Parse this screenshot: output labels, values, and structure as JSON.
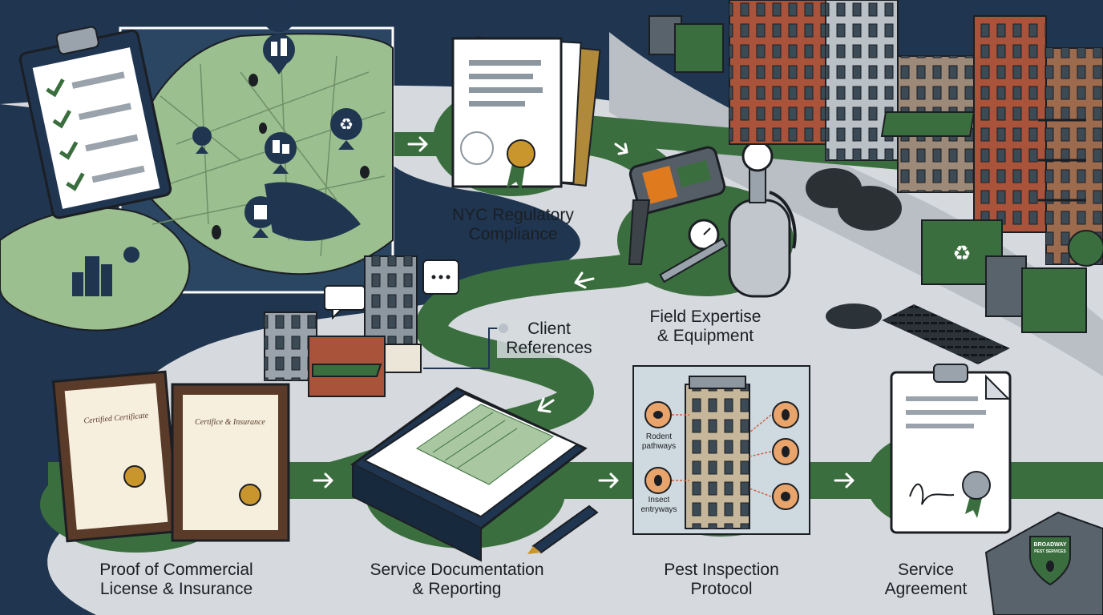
{
  "steps": {
    "regulatory": {
      "line1": "NYC Regulatory",
      "line2": "Compliance"
    },
    "field": {
      "line1": "Field Expertise",
      "line2": "& Equipment"
    },
    "references": {
      "line1": "Client",
      "line2": "References"
    },
    "license": {
      "line1": "Proof of Commercial",
      "line2": "License & Insurance"
    },
    "documentation": {
      "line1": "Service Documentation",
      "line2": "& Reporting"
    },
    "inspection": {
      "line1": "Pest Inspection",
      "line2": "Protocol"
    },
    "agreement": {
      "line1": "Service",
      "line2": "Agreement"
    }
  },
  "certificates": {
    "left_title": "Certified Certificate",
    "right_title": "Certifice & Insurance"
  },
  "inspection_labels": {
    "rodent": "Rodent",
    "rodent2": "pathways",
    "insect": "Insect",
    "insect2": "entryways"
  },
  "seal": {
    "line1": "BROADWAY",
    "line2": "PEST SERVICES"
  },
  "icons": [
    "clipboard-checklist-icon",
    "map-pin-icon",
    "bug-icon",
    "recycle-icon",
    "trash-icon",
    "arrow-right-icon",
    "arrow-left-icon",
    "speech-bubble-icon",
    "thermal-camera-icon",
    "gauge-icon",
    "tank-icon",
    "pen-icon",
    "ribbon-seal-icon",
    "shield-bug-icon"
  ],
  "colors": {
    "navy": "#1f3550",
    "path": "#d6dade",
    "green": "#3b6e3e",
    "land": "#9cbf8f",
    "gold": "#c9962e"
  }
}
